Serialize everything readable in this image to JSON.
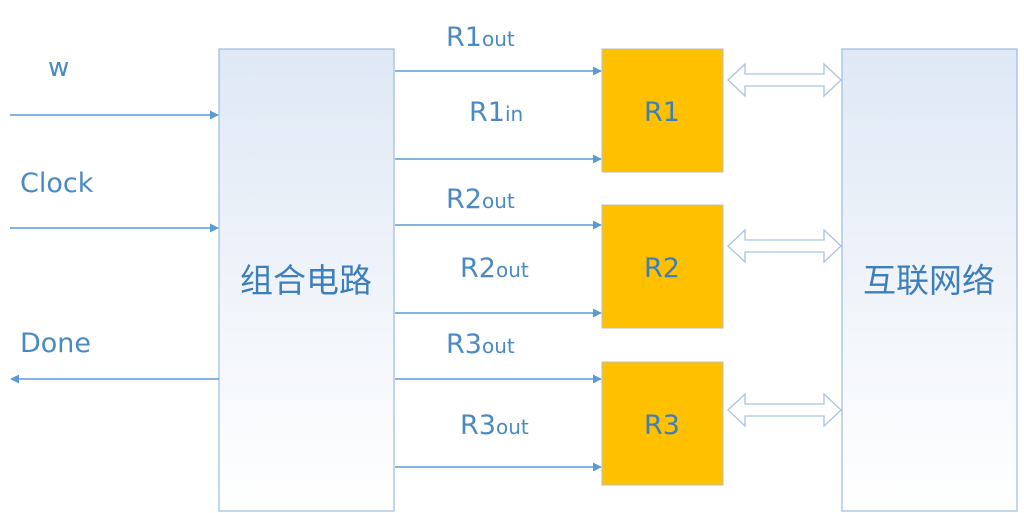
{
  "colors": {
    "line": "#5b9bd5",
    "text": "#4a8ac4",
    "register_fill": "#ffc000",
    "register_stroke": "#bfbfbf",
    "box_grad_top": "#dfe8f5",
    "box_grad_bottom": "#ffffff",
    "box_stroke": "#9dbbe0"
  },
  "left_box": {
    "label": "组合电路"
  },
  "right_box": {
    "label": "互联网络"
  },
  "inputs": [
    {
      "label": "w"
    },
    {
      "label": "Clock"
    }
  ],
  "output": {
    "label": "Done"
  },
  "registers": [
    {
      "name": "R1",
      "top_signal": {
        "main": "R1",
        "sub": "out"
      },
      "bottom_signal": {
        "main": "R1",
        "sub": "in"
      }
    },
    {
      "name": "R2",
      "top_signal": {
        "main": "R2",
        "sub": "out"
      },
      "bottom_signal": {
        "main": "R2",
        "sub": "out"
      }
    },
    {
      "name": "R3",
      "top_signal": {
        "main": "R3",
        "sub": "out"
      },
      "bottom_signal": {
        "main": "R3",
        "sub": "out"
      }
    }
  ]
}
